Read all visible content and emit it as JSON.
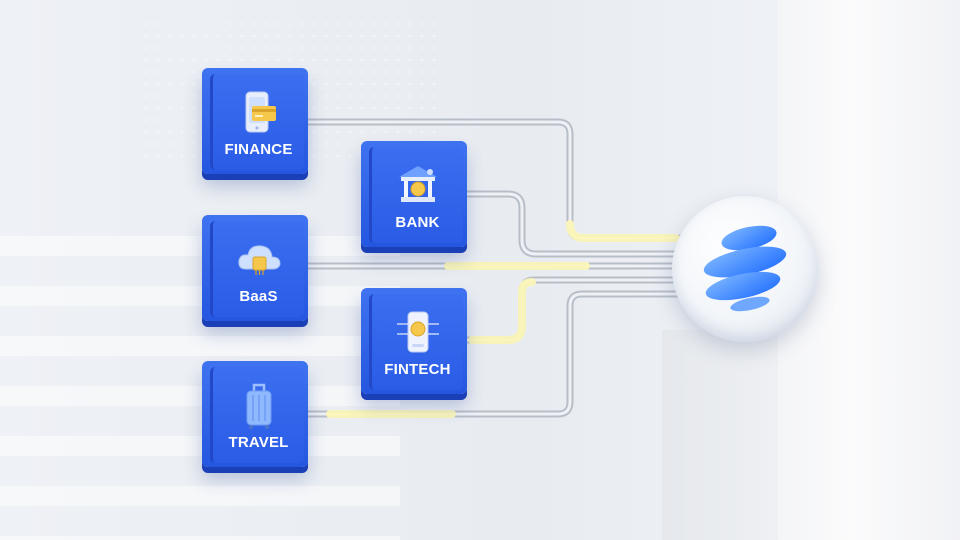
{
  "nodes": [
    {
      "id": "finance",
      "label": "FINANCE",
      "icon": "phone-card-icon"
    },
    {
      "id": "bank",
      "label": "BANK",
      "icon": "bank-building-icon"
    },
    {
      "id": "baas",
      "label": "BaaS",
      "icon": "cloud-chip-icon"
    },
    {
      "id": "fintech",
      "label": "FINTECH",
      "icon": "phone-coin-circuit-icon"
    },
    {
      "id": "travel",
      "label": "TRAVEL",
      "icon": "suitcase-icon"
    }
  ],
  "hub": {
    "icon": "globe-logo-icon"
  },
  "colors": {
    "tile": "#2f63ea",
    "tile_shadow": "#1b3fb6",
    "pipe": "#c9ced6",
    "pipe_highlight": "#f7f1a6",
    "hub_logo": "#2f7bff"
  }
}
